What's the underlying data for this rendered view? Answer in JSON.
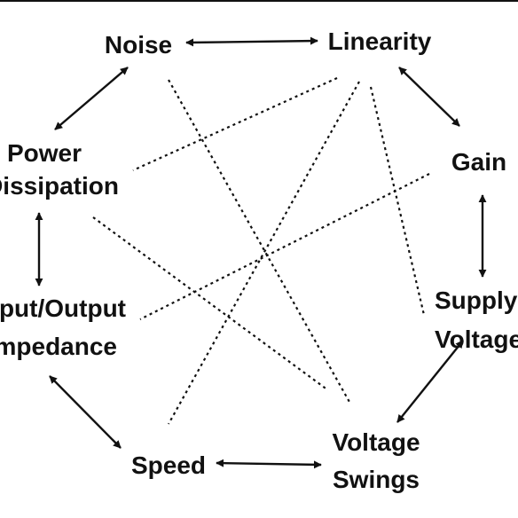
{
  "diagram": {
    "nodes": [
      {
        "id": "noise",
        "label": "Noise"
      },
      {
        "id": "linearity",
        "label": "Linearity"
      },
      {
        "id": "gain",
        "label": "Gain"
      },
      {
        "id": "supply",
        "label_line1": "Supply",
        "label_line2": "Voltage"
      },
      {
        "id": "swings",
        "label_line1": "Voltage",
        "label_line2": "Swings"
      },
      {
        "id": "speed",
        "label": "Speed"
      },
      {
        "id": "impedance",
        "label_line1": "Input/Output",
        "label_line2": "Impedance"
      },
      {
        "id": "power",
        "label_line1": "Power",
        "label_line2": "Dissipation"
      }
    ],
    "solid_links": [
      [
        "noise",
        "linearity"
      ],
      [
        "linearity",
        "gain"
      ],
      [
        "gain",
        "supply"
      ],
      [
        "supply",
        "swings"
      ],
      [
        "swings",
        "speed"
      ],
      [
        "speed",
        "impedance"
      ],
      [
        "impedance",
        "power"
      ],
      [
        "power",
        "noise"
      ]
    ],
    "dashed_links": [
      [
        "noise",
        "swings"
      ],
      [
        "linearity",
        "power"
      ],
      [
        "linearity",
        "speed"
      ],
      [
        "linearity",
        "supply"
      ],
      [
        "gain",
        "impedance"
      ],
      [
        "power",
        "swings"
      ]
    ]
  }
}
